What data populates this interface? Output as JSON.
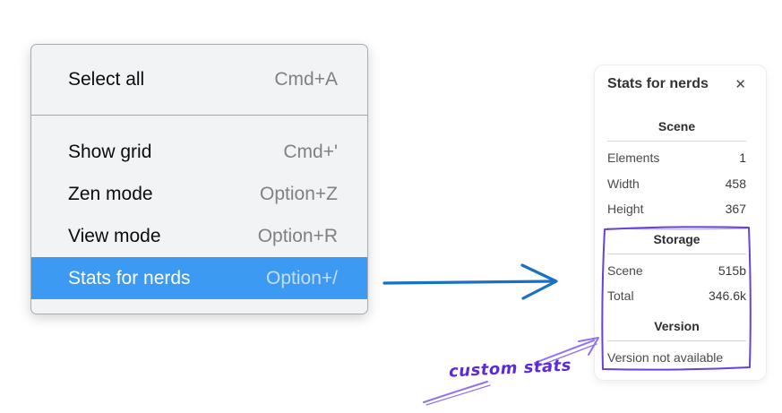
{
  "menu": {
    "items": [
      {
        "label": "Select all",
        "shortcut": "Cmd+A"
      },
      {
        "label": "Show grid",
        "shortcut": "Cmd+'"
      },
      {
        "label": "Zen mode",
        "shortcut": "Option+Z"
      },
      {
        "label": "View mode",
        "shortcut": "Option+R"
      },
      {
        "label": "Stats for nerds",
        "shortcut": "Option+/"
      }
    ],
    "active_item": "Stats for nerds",
    "highlight_color": "#3d9af2"
  },
  "panel": {
    "title": "Stats for nerds",
    "close_icon": "✕",
    "sections": [
      {
        "heading": "Scene",
        "rows": [
          {
            "label": "Elements",
            "value": "1"
          },
          {
            "label": "Width",
            "value": "458"
          },
          {
            "label": "Height",
            "value": "367"
          }
        ]
      },
      {
        "heading": "Storage",
        "rows": [
          {
            "label": "Scene",
            "value": "515b"
          },
          {
            "label": "Total",
            "value": "346.6k"
          }
        ]
      },
      {
        "heading": "Version",
        "note": "Version not available"
      }
    ]
  },
  "annotation": {
    "label": "custom stats",
    "text_color": "#5b2bd9",
    "arrow_color": "#9272f2",
    "box_color": "#6741d9"
  },
  "flow_arrow_color": "#1971c2"
}
